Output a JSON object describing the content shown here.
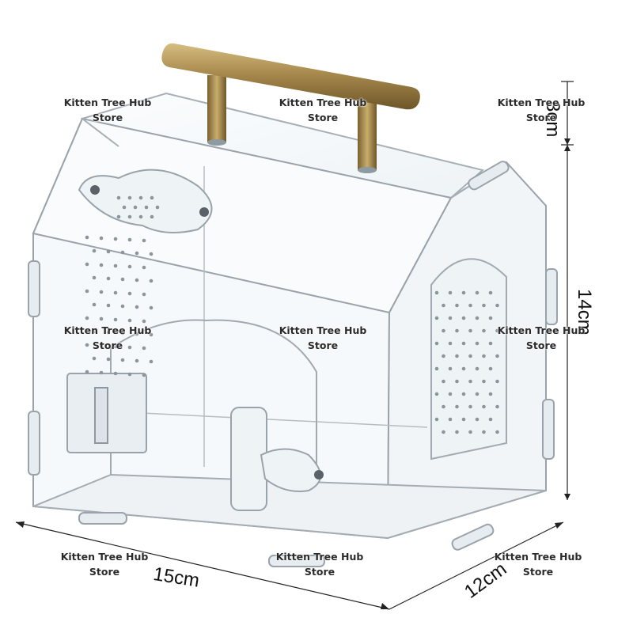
{
  "product": {
    "dimensions": {
      "height_top": "3cm",
      "height_main": "14cm",
      "width": "15cm",
      "depth": "12cm"
    },
    "watermark": {
      "line1": "Kitten Tree Hub",
      "line2": "Store"
    }
  },
  "colors": {
    "acrylic_edge": "#9aa3ab",
    "acrylic_fill": "#f3f7f9",
    "handle_brass": "#a88a4e",
    "dimension_line": "#222222"
  }
}
